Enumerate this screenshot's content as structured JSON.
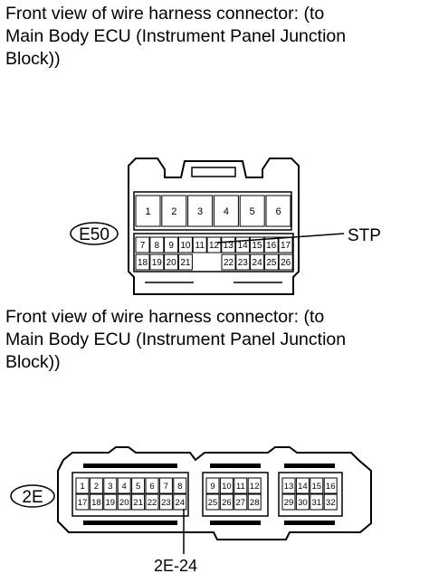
{
  "captions": {
    "top": "Front view of wire harness connector: (to\nMain Body ECU (Instrument Panel Junction\nBlock))",
    "bottom": "Front view of wire harness connector: (to\nMain Body ECU (Instrument Panel Junction\nBlock))"
  },
  "connector_e50": {
    "code": "E50",
    "callout": "STP",
    "rows": [
      [
        "1",
        "2",
        "3",
        "4",
        "5",
        "6"
      ],
      [
        "7",
        "8",
        "9",
        "10",
        "11",
        "12",
        "13",
        "14",
        "15",
        "16",
        "17"
      ],
      [
        "18",
        "19",
        "20",
        "21",
        "22",
        "23",
        "24",
        "25",
        "26"
      ]
    ]
  },
  "connector_2e": {
    "code": "2E",
    "callout": "2E-24",
    "rows": [
      [
        "1",
        "2",
        "3",
        "4",
        "5",
        "6",
        "7",
        "8",
        "9",
        "10",
        "11",
        "12",
        "13",
        "14",
        "15",
        "16"
      ],
      [
        "17",
        "18",
        "19",
        "20",
        "21",
        "22",
        "23",
        "24",
        "25",
        "26",
        "27",
        "28",
        "29",
        "30",
        "31",
        "32"
      ]
    ]
  }
}
